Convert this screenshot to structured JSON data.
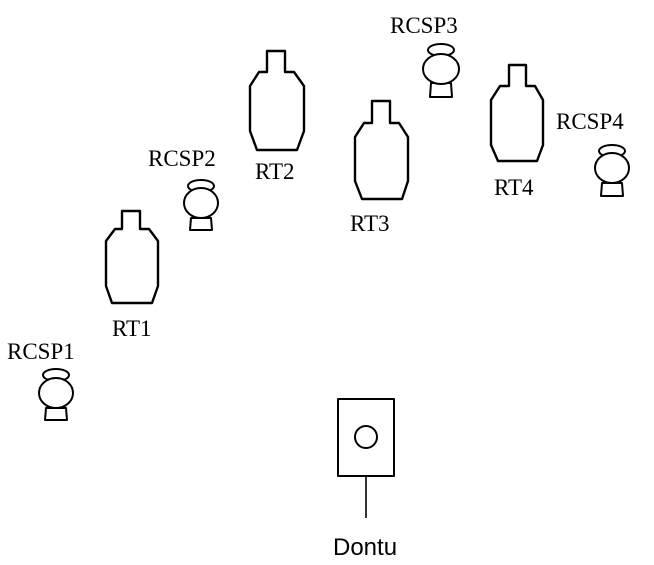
{
  "targets": [
    {
      "id": "RT1",
      "label": "RT1"
    },
    {
      "id": "RT2",
      "label": "RT2"
    },
    {
      "id": "RT3",
      "label": "RT3"
    },
    {
      "id": "RT4",
      "label": "RT4"
    }
  ],
  "speakers": [
    {
      "id": "RCSP1",
      "label": "RCSP1"
    },
    {
      "id": "RCSP2",
      "label": "RCSP2"
    },
    {
      "id": "RCSP3",
      "label": "RCSP3"
    },
    {
      "id": "RCSP4",
      "label": "RCSP4"
    }
  ],
  "device": {
    "label": "Dontu"
  }
}
